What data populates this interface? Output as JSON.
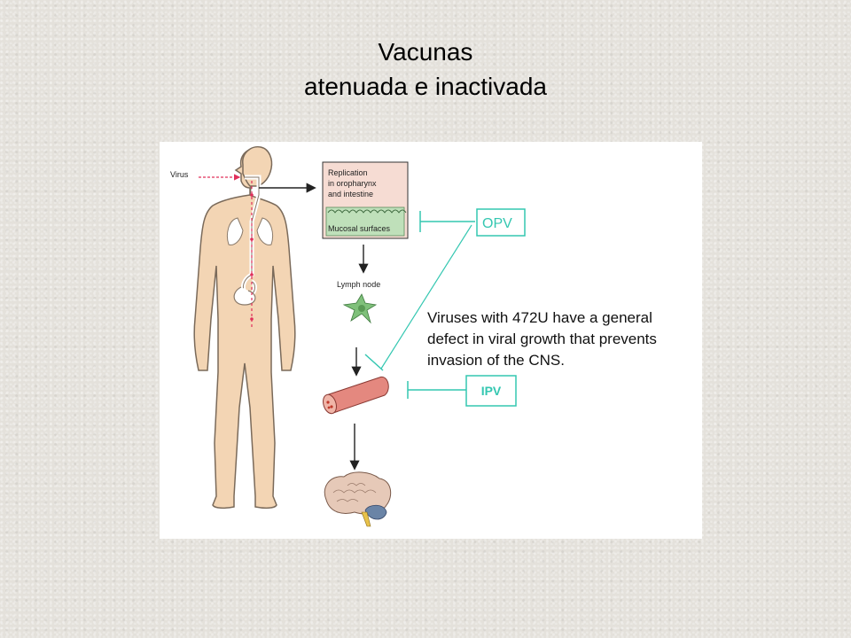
{
  "slide": {
    "title_line1": "Vacunas",
    "title_line2": "atenuada e inactivada"
  },
  "diagram": {
    "virus_label": "Virus",
    "replication_lines": [
      "Replication",
      "in oropharynx",
      "and intestine"
    ],
    "mucosal_label": "Mucosal surfaces",
    "lymph_label": "Lymph node",
    "opv_label": "OPV",
    "ipv_label": "IPV",
    "statement_lines": [
      "Viruses with 472U have a general",
      "defect in viral growth that prevents",
      "invasion of the CNS."
    ],
    "colors": {
      "body": "#f3d5b4",
      "body_outline": "#7a6a5a",
      "replication_box": "#f6dcd3",
      "mucosa": "#bfe0ba",
      "teal": "#34c7b1",
      "virus_red": "#e0305a",
      "vessel": "#e4887f",
      "brain": "#e6c9b8",
      "cerebellum": "#6a84a6"
    }
  }
}
